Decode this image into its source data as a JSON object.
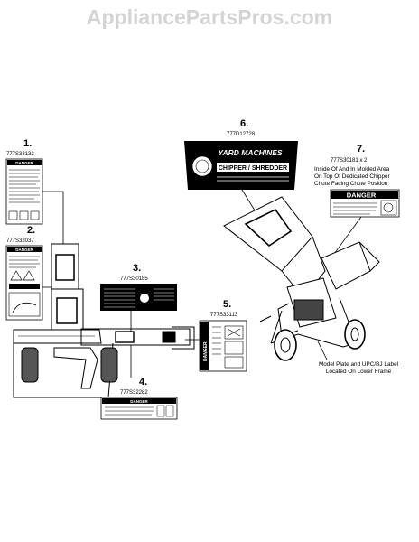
{
  "watermark": "AppliancePartsPros.com",
  "colors": {
    "ink": "#000000",
    "watermark": "#d4d4d4",
    "paper": "#ffffff"
  },
  "callouts": [
    {
      "number": "1.",
      "part": "777S33133"
    },
    {
      "number": "2.",
      "part": "777S32037"
    },
    {
      "number": "3.",
      "part": "777S30185"
    },
    {
      "number": "4.",
      "part": "777S32282"
    },
    {
      "number": "5.",
      "part": "777S33113"
    },
    {
      "number": "6.",
      "part": "777D12728"
    },
    {
      "number": "7.",
      "part": "777S30181 x 2"
    }
  ],
  "callout7_note": [
    "Inside Of And In Molded Area",
    "On Top Of Dedicated Chipper",
    "Chute Facing Chute Position"
  ],
  "model_plate_note": [
    "Model Plate and UPC/BJ Label",
    "Located On Lower Frame"
  ],
  "danger_word": "DANGER",
  "decal6": {
    "brand": "YARD MACHINES",
    "product": "CHIPPER / SHREDDER"
  }
}
